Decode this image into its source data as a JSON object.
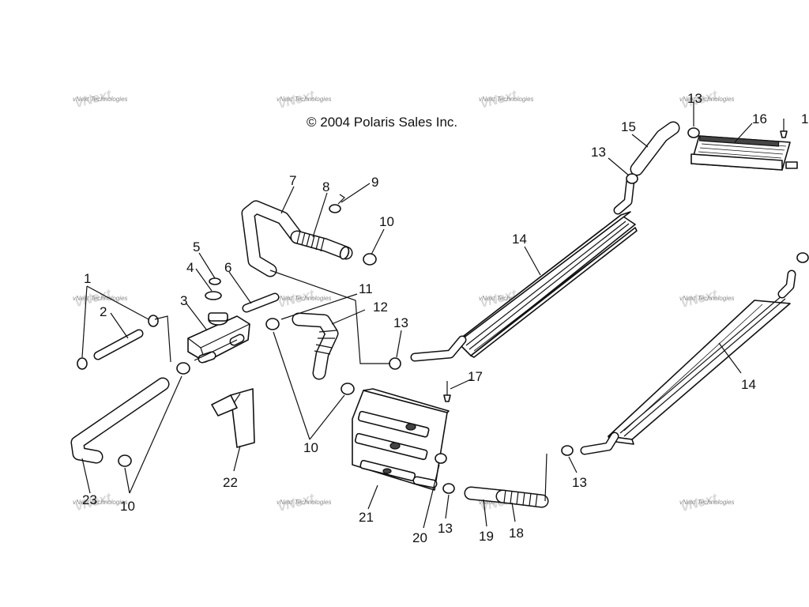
{
  "copyright": "© 2004 Polaris Sales Inc.",
  "watermark_text": "vNext Technologies",
  "watermark_ghost": "vNext",
  "callouts": [
    "1",
    "2",
    "3",
    "4",
    "5",
    "6",
    "7",
    "8",
    "9",
    "10",
    "11",
    "12",
    "13",
    "14",
    "15",
    "16",
    "17",
    "18",
    "19",
    "20",
    "21",
    "22",
    "23"
  ],
  "colors": {
    "line": "#111111",
    "background": "#ffffff",
    "watermark": "#888888"
  }
}
